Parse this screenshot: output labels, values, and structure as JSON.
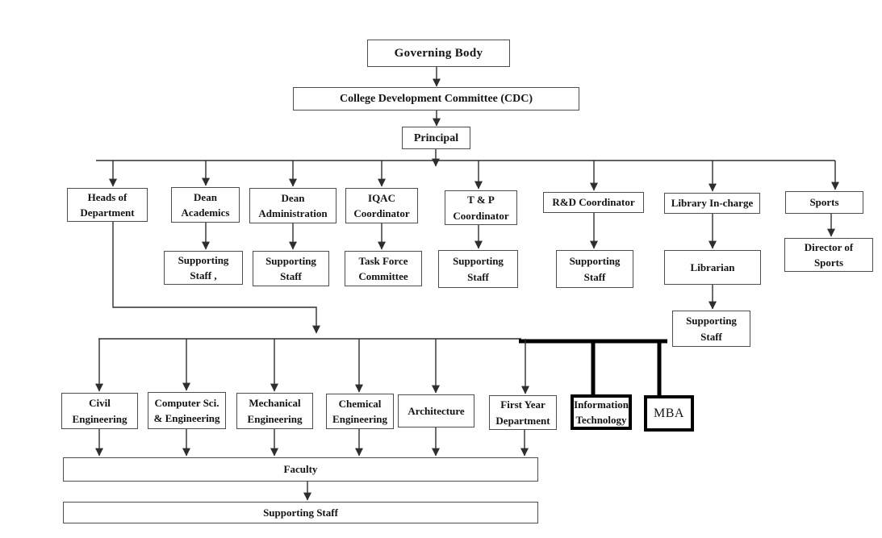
{
  "org_chart": {
    "nodes": {
      "governing": "Governing Body",
      "cdc": "College Development Committee (CDC)",
      "principal": "Principal",
      "heads": "Heads of\nDepartment",
      "dean_academics": "Dean\nAcademics",
      "dean_admin": "Dean\nAdministration",
      "iqac": "IQAC\nCoordinator",
      "tnp": "T & P\nCoordinator",
      "rnd": "R&D Coordinator",
      "library_incharge": "Library In-charge",
      "sports": "Sports",
      "ss_dean_academics": "Supporting\nStaff ,",
      "ss_dean_admin": "Supporting\nStaff",
      "task_force": "Task Force\nCommittee",
      "ss_tnp": "Supporting\nStaff",
      "ss_rnd": "Supporting\nStaff",
      "librarian": "Librarian",
      "dir_sports": "Director of\nSports",
      "ss_librarian": "Supporting\nStaff",
      "civil": "Civil\nEngineering",
      "cse": "Computer Sci.\n& Engineering",
      "mech": "Mechanical\nEngineering",
      "chem": "Chemical\nEngineering",
      "arch": "Architecture",
      "first_year": "First Year\nDepartment",
      "it": "Information\nTechnology",
      "mba": "MBA",
      "faculty": "Faculty",
      "ss_bottom": "Supporting Staff"
    },
    "hierarchy": [
      [
        "governing",
        "cdc"
      ],
      [
        "cdc",
        "principal"
      ],
      [
        "principal",
        "heads"
      ],
      [
        "principal",
        "dean_academics"
      ],
      [
        "principal",
        "dean_admin"
      ],
      [
        "principal",
        "iqac"
      ],
      [
        "principal",
        "tnp"
      ],
      [
        "principal",
        "rnd"
      ],
      [
        "principal",
        "library_incharge"
      ],
      [
        "principal",
        "sports"
      ],
      [
        "dean_academics",
        "ss_dean_academics"
      ],
      [
        "dean_admin",
        "ss_dean_admin"
      ],
      [
        "iqac",
        "task_force"
      ],
      [
        "tnp",
        "ss_tnp"
      ],
      [
        "rnd",
        "ss_rnd"
      ],
      [
        "library_incharge",
        "librarian"
      ],
      [
        "librarian",
        "ss_librarian"
      ],
      [
        "sports",
        "dir_sports"
      ],
      [
        "heads",
        "civil"
      ],
      [
        "heads",
        "cse"
      ],
      [
        "heads",
        "mech"
      ],
      [
        "heads",
        "chem"
      ],
      [
        "heads",
        "arch"
      ],
      [
        "heads",
        "first_year"
      ],
      [
        "heads",
        "it"
      ],
      [
        "heads",
        "mba"
      ],
      [
        "civil",
        "faculty"
      ],
      [
        "cse",
        "faculty"
      ],
      [
        "mech",
        "faculty"
      ],
      [
        "chem",
        "faculty"
      ],
      [
        "arch",
        "faculty"
      ],
      [
        "first_year",
        "faculty"
      ],
      [
        "faculty",
        "ss_bottom"
      ]
    ],
    "colors": {
      "line": "#2e2e2e",
      "thick_line": "#000000",
      "box_border": "#4d4d4d",
      "text": "#141414",
      "background": "#ffffff"
    }
  }
}
